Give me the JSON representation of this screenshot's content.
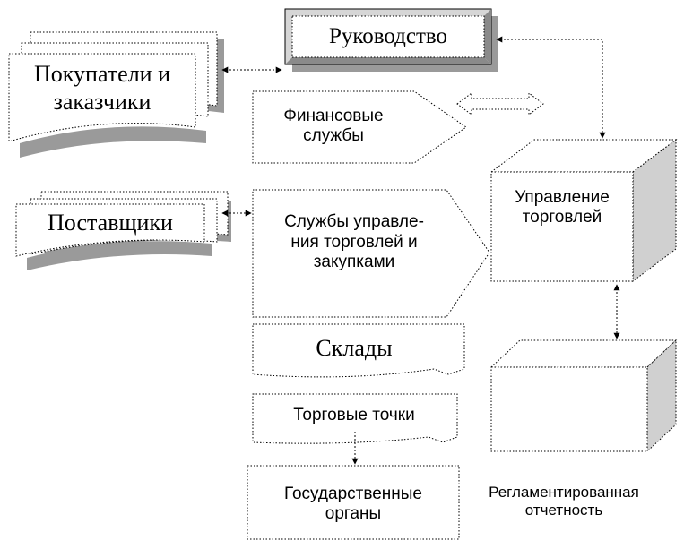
{
  "colors": {
    "line": "#000000",
    "shadow": "#9a9a9a",
    "bevel_light": "#d6d6d6",
    "bevel_dark": "#8a8a8a",
    "box_side": "#d0d0d0",
    "fill": "#ffffff"
  },
  "nodes": {
    "management": "Руководство",
    "customers": "Покупатели и\nзаказчики",
    "financial_services": "Финансовые\nслужбы",
    "suppliers": "Поставщики",
    "trade_procurement_services": "Службы управле-\nния торговлей и\nзакупками",
    "warehouses": "Склады",
    "retail_points": "Торговые точки",
    "government_agencies": "Государственные\nорганы",
    "trade_management": "Управление\nторговлей",
    "regulated_reporting": "Регламентированная\nотчетность"
  },
  "connectors": [
    {
      "from": "customers",
      "to": "management",
      "style": "double-arrow-dotted"
    },
    {
      "from": "management",
      "to": "trade_management",
      "style": "elbow-double-arrow-dotted"
    },
    {
      "from": "financial_services",
      "to": "trade_management",
      "style": "hollow-double-arrow"
    },
    {
      "from": "suppliers",
      "to": "trade_procurement_services",
      "style": "double-arrow-dotted"
    },
    {
      "from": "trade_management",
      "to": "regulated_reporting",
      "style": "double-arrow-dotted"
    },
    {
      "from": "retail_points",
      "to": "government_agencies",
      "style": "arrow-dotted"
    }
  ]
}
